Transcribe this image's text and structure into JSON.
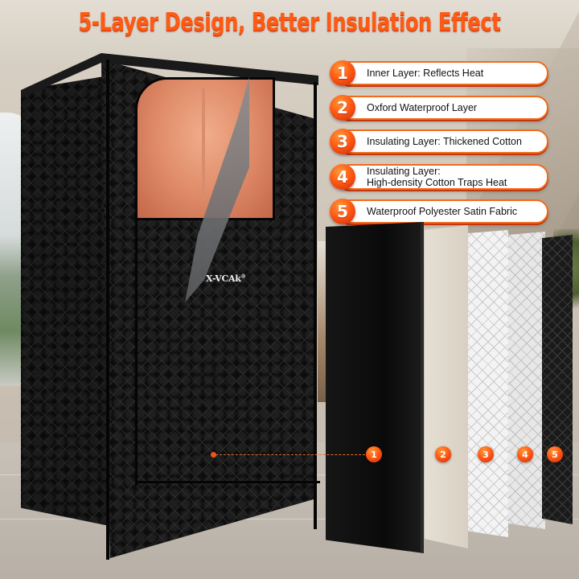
{
  "title": "5-Layer Design, Better Insulation Effect",
  "brand": {
    "logo_text": "X-VCAk",
    "logo_mark": "®"
  },
  "colors": {
    "accent_orange": "#ff5a12",
    "badge_gradient_start": "#ff9a3c",
    "badge_gradient_end": "#d2270a",
    "pill_bg": "#ffffff",
    "tent_black": "#141414",
    "interior_glow": "#e08c69"
  },
  "layers": [
    {
      "number": "1",
      "label": "Inner Layer: Reflects Heat"
    },
    {
      "number": "2",
      "label": "Oxford Waterproof Layer"
    },
    {
      "number": "3",
      "label": "Insulating Layer: Thickened Cotton"
    },
    {
      "number": "4",
      "label_line1": "Insulating Layer:",
      "label_line2": "High-density Cotton Traps Heat"
    },
    {
      "number": "5",
      "label": "Waterproof Polyester Satin Fabric"
    }
  ],
  "panels": [
    {
      "number": "1",
      "material": "black-reflective"
    },
    {
      "number": "2",
      "material": "beige-oxford"
    },
    {
      "number": "3",
      "material": "white-quilted-cotton"
    },
    {
      "number": "4",
      "material": "white-quilted-high-density-cotton"
    },
    {
      "number": "5",
      "material": "black-quilted-satin"
    }
  ]
}
